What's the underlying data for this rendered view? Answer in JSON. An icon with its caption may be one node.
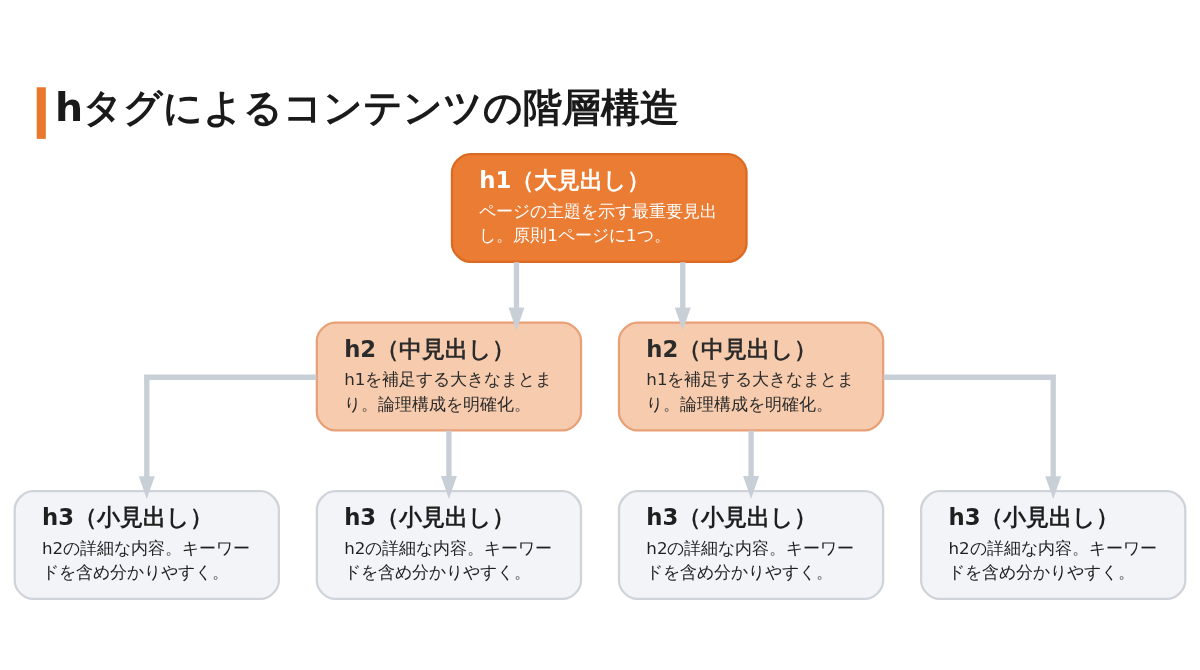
{
  "diagram": {
    "title": "hタグによるコンテンツの階層構造",
    "nodes": [
      {
        "text": [
          "h1（大見出し）",
          "ページの主題を示す最重要見出し。原則1ページに1つ。"
        ]
      },
      {
        "text": [
          "h2（中見出し）",
          "h1を補足する大きなまとまり。論理構成を明確化。"
        ]
      },
      {
        "text": [
          "h2（中見出し）",
          "h1を補足する大きなまとまり。論理構成を明確化。"
        ]
      },
      {
        "text": [
          "h3（小見出し）",
          "h2の詳細な内容。キーワードを含め分かりやすく。"
        ]
      },
      {
        "text": [
          "h3（小見出し）",
          "h2の詳細な内容。キーワードを含め分かりやすく。"
        ]
      },
      {
        "text": [
          "h3（小見出し）",
          "h2の詳細な内容。キーワードを含め分かりやすく。"
        ]
      },
      {
        "text": [
          "h3（小見出し）",
          "h2の詳細な内容。キーワードを含め分かりやすく。"
        ]
      }
    ],
    "edges": [
      {
        "from": 0,
        "to": 1,
        "arrow": "to"
      },
      {
        "from": 0,
        "to": 2,
        "arrow": "to"
      },
      {
        "from": 1,
        "to": 3,
        "arrow": "to"
      },
      {
        "from": 1,
        "to": 4,
        "arrow": "to"
      },
      {
        "from": 2,
        "to": 5,
        "arrow": "to"
      },
      {
        "from": 2,
        "to": 6,
        "arrow": "to"
      }
    ]
  }
}
